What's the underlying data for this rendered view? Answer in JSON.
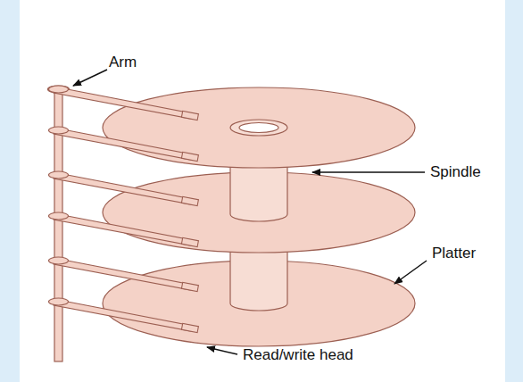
{
  "diagram": {
    "labels": [
      "Arm",
      "Spindle",
      "Platter",
      "Read/write head"
    ]
  }
}
